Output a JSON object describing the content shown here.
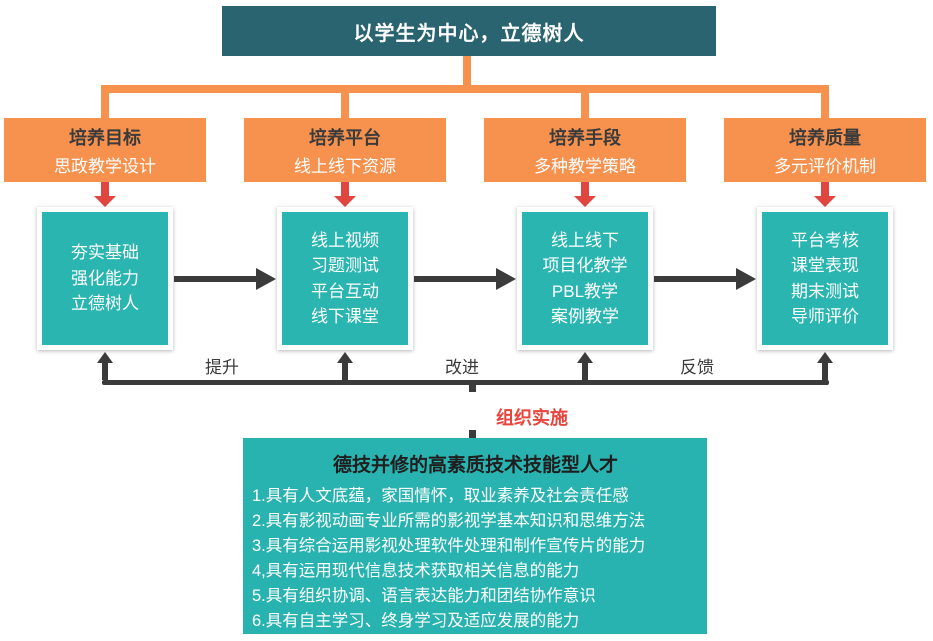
{
  "banner": {
    "title": "以学生为中心，立德树人"
  },
  "pillars": [
    {
      "title": "培养目标",
      "subtitle": "思政教学设计",
      "box_lines": [
        "夯实基础",
        "强化能力",
        "立德树人"
      ]
    },
    {
      "title": "培养平台",
      "subtitle": "线上线下资源",
      "box_lines": [
        "线上视频",
        "习题测试",
        "平台互动",
        "线下课堂"
      ]
    },
    {
      "title": "培养手段",
      "subtitle": "多种教学策略",
      "box_lines": [
        "线上线下",
        "项目化教学",
        "PBL教学",
        "案例教学"
      ]
    },
    {
      "title": "培养质量",
      "subtitle": "多元评价机制",
      "box_lines": [
        "平台考核",
        "课堂表现",
        "期末测试",
        "导师评价"
      ]
    }
  ],
  "feedback": {
    "labels": [
      "提升",
      "改进",
      "反馈"
    ],
    "org_label": "组织实施"
  },
  "outcome": {
    "title": "德技并修的高素质技术技能型人才",
    "items": [
      "1.具有人文底蕴，家国情怀，取业素养及社会责任感",
      "2.具有影视动画专业所需的影视学基本知识和思维方法",
      "3.具有综合运用影视处理软件处理和制作宣传片的能力",
      "4,具有运用现代信息技术获取相关信息的能力",
      "5.具有组织协调、语言表达能力和团结协作意识",
      "6.具有自主学习、终身学习及适应发展的能力"
    ]
  },
  "colors": {
    "banner_bg": "#2A6470",
    "orange": "#F6914E",
    "teal": "#2AB5B1",
    "outcome_teal": "#29B3B0",
    "dark": "#3B3B3B",
    "red_arrow": "#E0453E",
    "red_text": "#E8453C"
  }
}
